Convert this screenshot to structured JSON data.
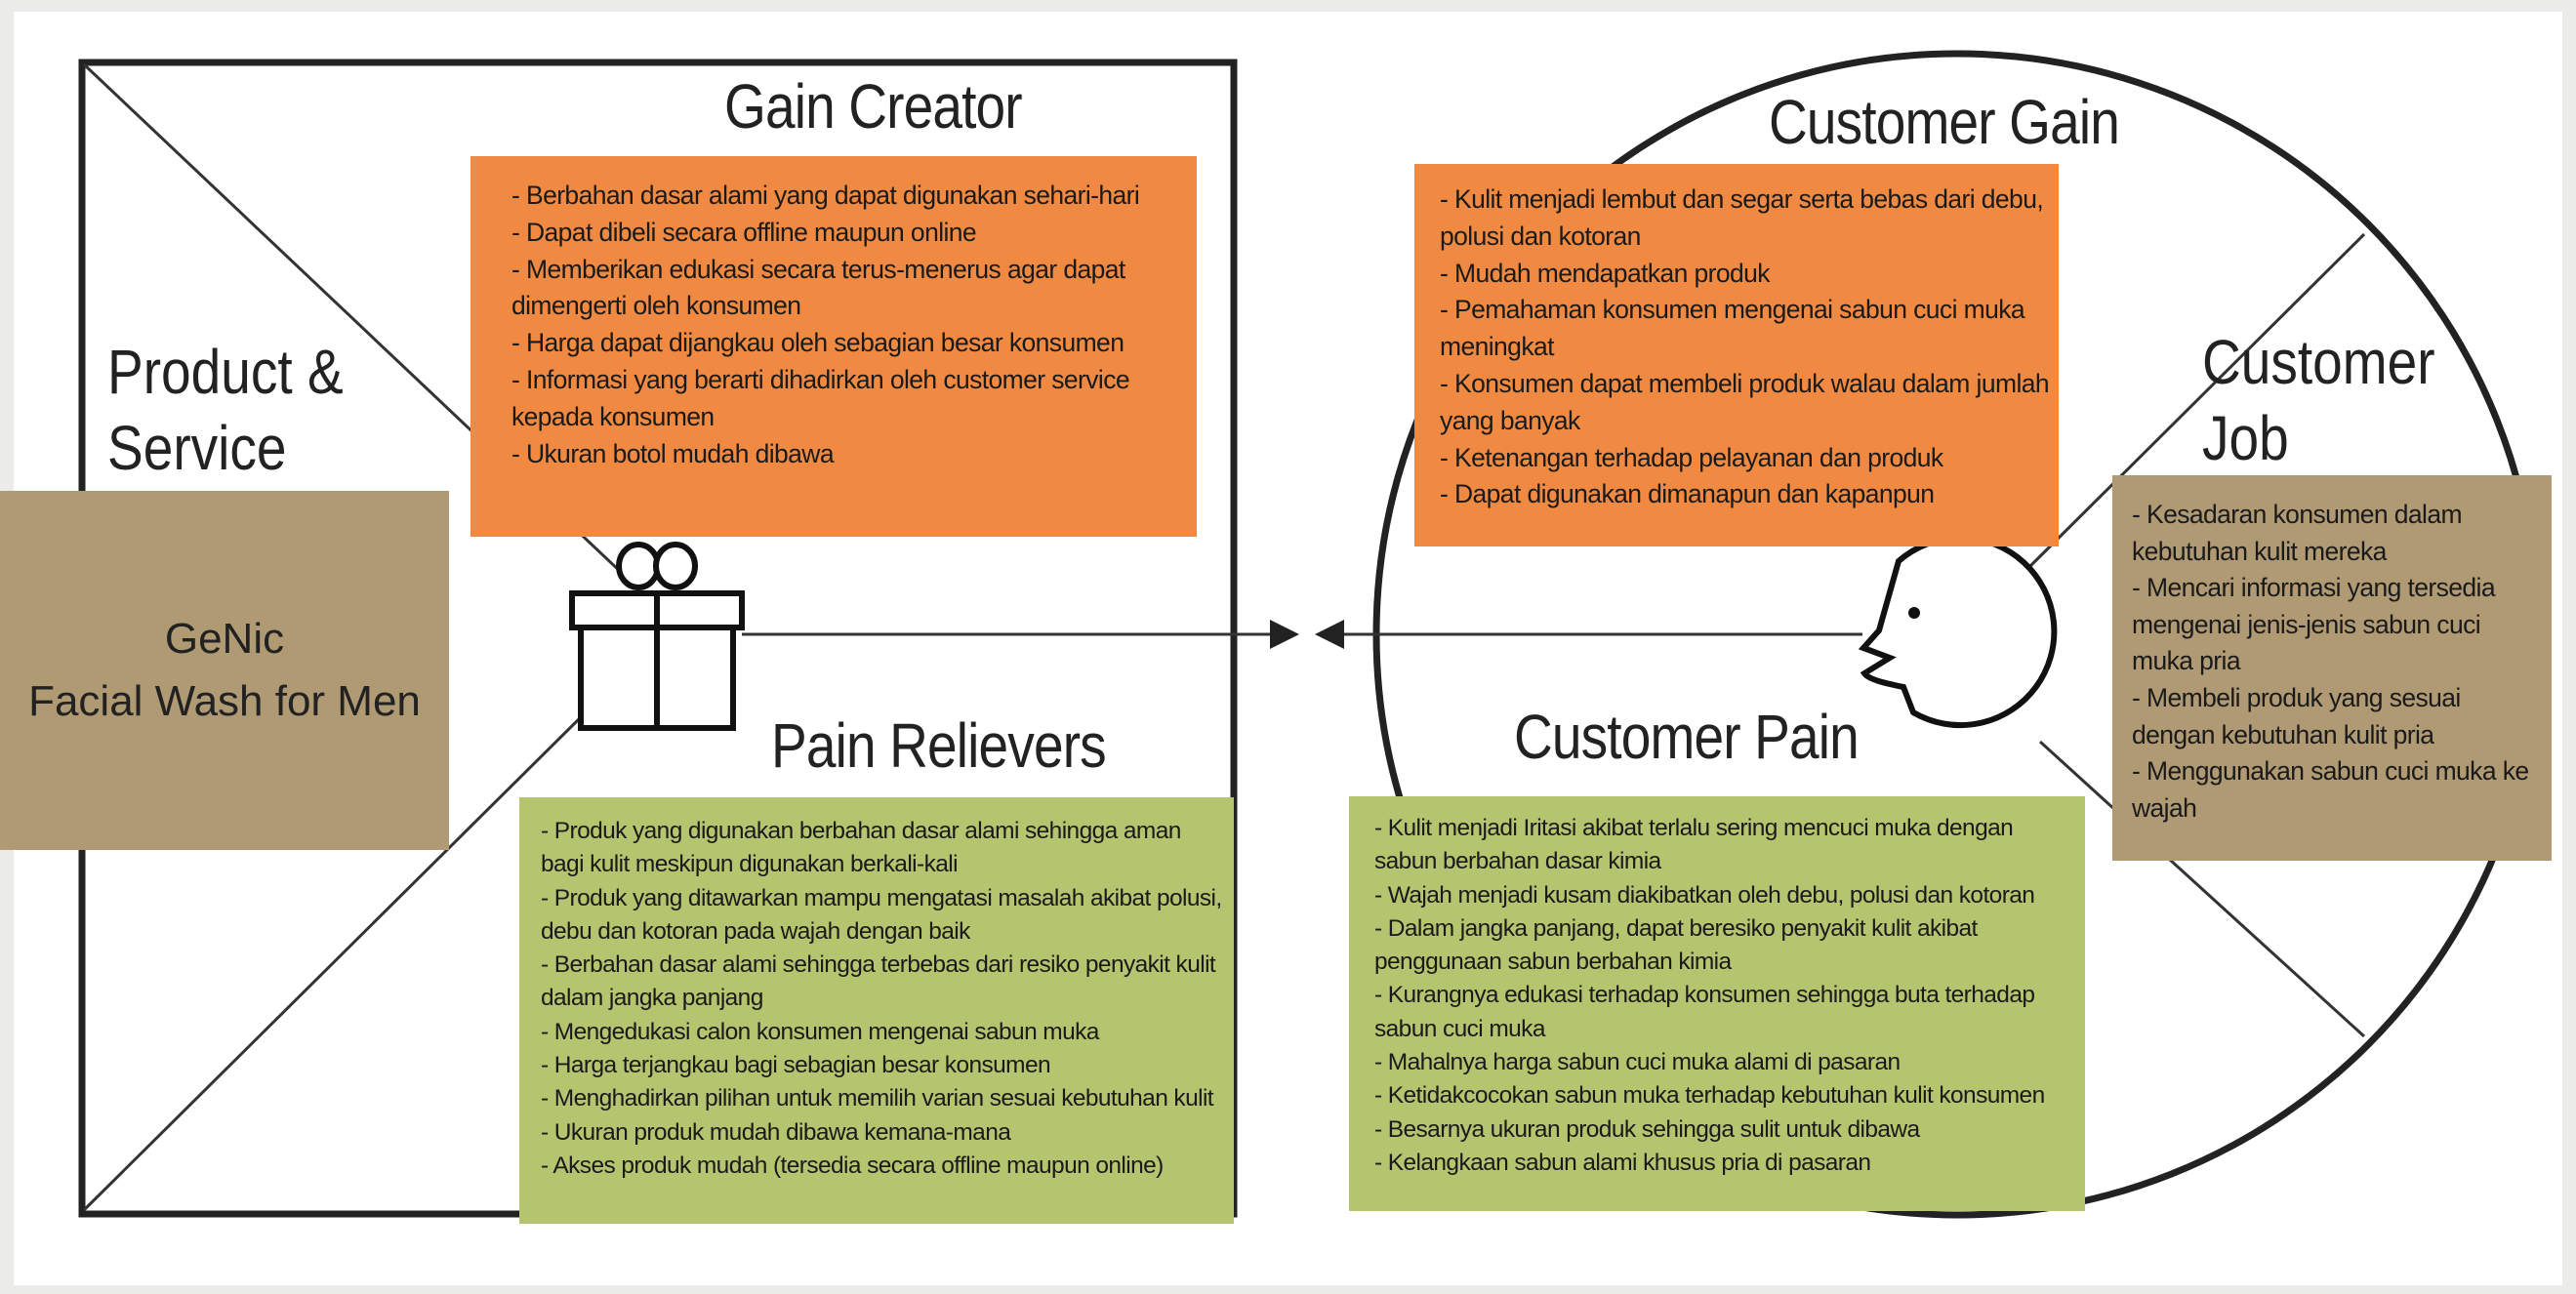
{
  "headings": {
    "gain_creator": "Gain Creator",
    "pain_relievers": "Pain Relievers",
    "customer_gain": "Customer Gain",
    "customer_pain": "Customer Pain",
    "product_service": "Product & Service",
    "customer_job": "Customer Job"
  },
  "product": {
    "name": "GeNic",
    "subtitle": "Facial Wash for Men"
  },
  "gain_creator_items": [
    "- Berbahan dasar alami yang dapat digunakan sehari-hari",
    "- Dapat dibeli secara offline maupun online",
    "- Memberikan edukasi secara terus-menerus agar dapat dimengerti oleh konsumen",
    "- Harga dapat dijangkau oleh sebagian besar konsumen",
    "- Informasi yang berarti dihadirkan oleh customer service kepada konsumen",
    "- Ukuran botol mudah dibawa"
  ],
  "pain_relievers_items": [
    "- Produk yang digunakan berbahan dasar alami sehingga aman bagi kulit meskipun digunakan berkali-kali",
    "- Produk yang ditawarkan mampu mengatasi masalah akibat polusi, debu dan kotoran pada wajah dengan baik",
    "- Berbahan dasar alami sehingga terbebas dari resiko penyakit kulit dalam jangka panjang",
    "- Mengedukasi calon konsumen mengenai sabun muka",
    "- Harga terjangkau bagi sebagian besar konsumen",
    "- Menghadirkan pilihan untuk memilih varian sesuai kebutuhan kulit",
    "- Ukuran produk mudah dibawa kemana-mana",
    "- Akses produk mudah (tersedia secara offline maupun online)"
  ],
  "customer_gain_items": [
    "- Kulit menjadi lembut dan segar serta bebas dari debu, polusi dan kotoran",
    "- Mudah mendapatkan produk",
    "- Pemahaman konsumen mengenai sabun cuci muka meningkat",
    "- Konsumen dapat membeli produk walau dalam jumlah yang banyak",
    "- Ketenangan terhadap pelayanan dan produk",
    "- Dapat digunakan dimanapun dan kapanpun"
  ],
  "customer_pain_items": [
    "- Kulit menjadi Iritasi akibat terlalu sering mencuci muka dengan sabun berbahan dasar kimia",
    "- Wajah menjadi kusam diakibatkan oleh debu, polusi dan kotoran",
    "- Dalam jangka panjang, dapat beresiko penyakit kulit akibat penggunaan sabun berbahan kimia",
    "- Kurangnya edukasi terhadap konsumen sehingga buta terhadap sabun cuci muka",
    "- Mahalnya harga sabun cuci muka alami di pasaran",
    "- Ketidakcocokan sabun muka terhadap kebutuhan kulit konsumen",
    "- Besarnya ukuran produk sehingga sulit untuk dibawa",
    "- Kelangkaan sabun alami khusus pria di pasaran"
  ],
  "customer_job_items": [
    "- Kesadaran konsumen dalam kebutuhan kulit mereka",
    "- Mencari informasi yang tersedia mengenai jenis-jenis sabun cuci muka pria",
    "- Membeli produk yang sesuai dengan kebutuhan kulit pria",
    "- Menggunakan sabun cuci muka ke wajah"
  ],
  "icons": {
    "product": "gift-icon",
    "customer": "face-icon"
  },
  "colors": {
    "gain_box": "#f08a42",
    "pain_box": "#b5c46f",
    "label_box": "#b09a74",
    "lines": "#222222",
    "background": "#ebebea"
  }
}
